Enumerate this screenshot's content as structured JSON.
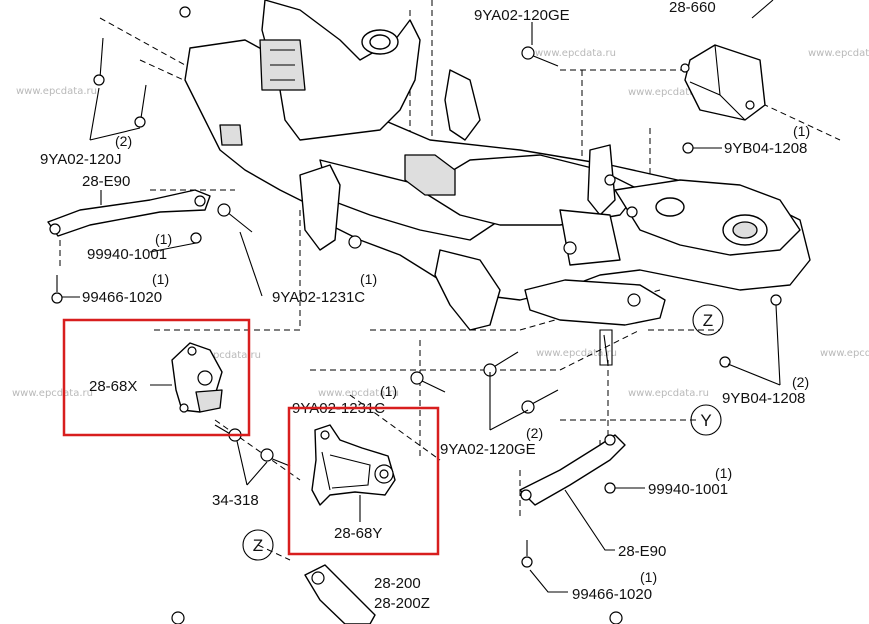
{
  "watermark": "www.epcdata.ru",
  "highlight_color": "#d81e1e",
  "labels": {
    "p9ya02_120ge_top": "9YA02-120GE",
    "p28_660": "28-660",
    "p9ya02_120j": "9YA02-120J",
    "qty_120j": "(2)",
    "p9yb04_1208_top": "9YB04-1208",
    "qty_1208_top": "(1)",
    "p28_e90_left": "28-E90",
    "p99940_1001_left": "99940-1001",
    "qty_99940_left": "(1)",
    "p99466_1020_left": "99466-1020",
    "qty_99466_left": "(1)",
    "p9ya02_1231c_top": "9YA02-1231C",
    "qty_1231c_top": "(1)",
    "p28_68x": "28-68X",
    "p9ya02_1231c_mid": "9YA02-1231C",
    "qty_1231c_mid": "(1)",
    "p34_318": "34-318",
    "p28_68y": "28-68Y",
    "p9ya02_120ge_mid": "9YA02-120GE",
    "qty_120ge_mid": "(2)",
    "p9yb04_1208_right": "9YB04-1208",
    "qty_1208_right": "(2)",
    "p99940_1001_right": "99940-1001",
    "qty_99940_right": "(1)",
    "p28_e90_right": "28-E90",
    "p99466_1020_right": "99466-1020",
    "qty_99466_right": "(1)",
    "p28_200": "28-200",
    "p28_200z": "28-200Z"
  },
  "ref_markers": {
    "z_right": "Z",
    "y_right": "Y",
    "z_left": "Z"
  }
}
